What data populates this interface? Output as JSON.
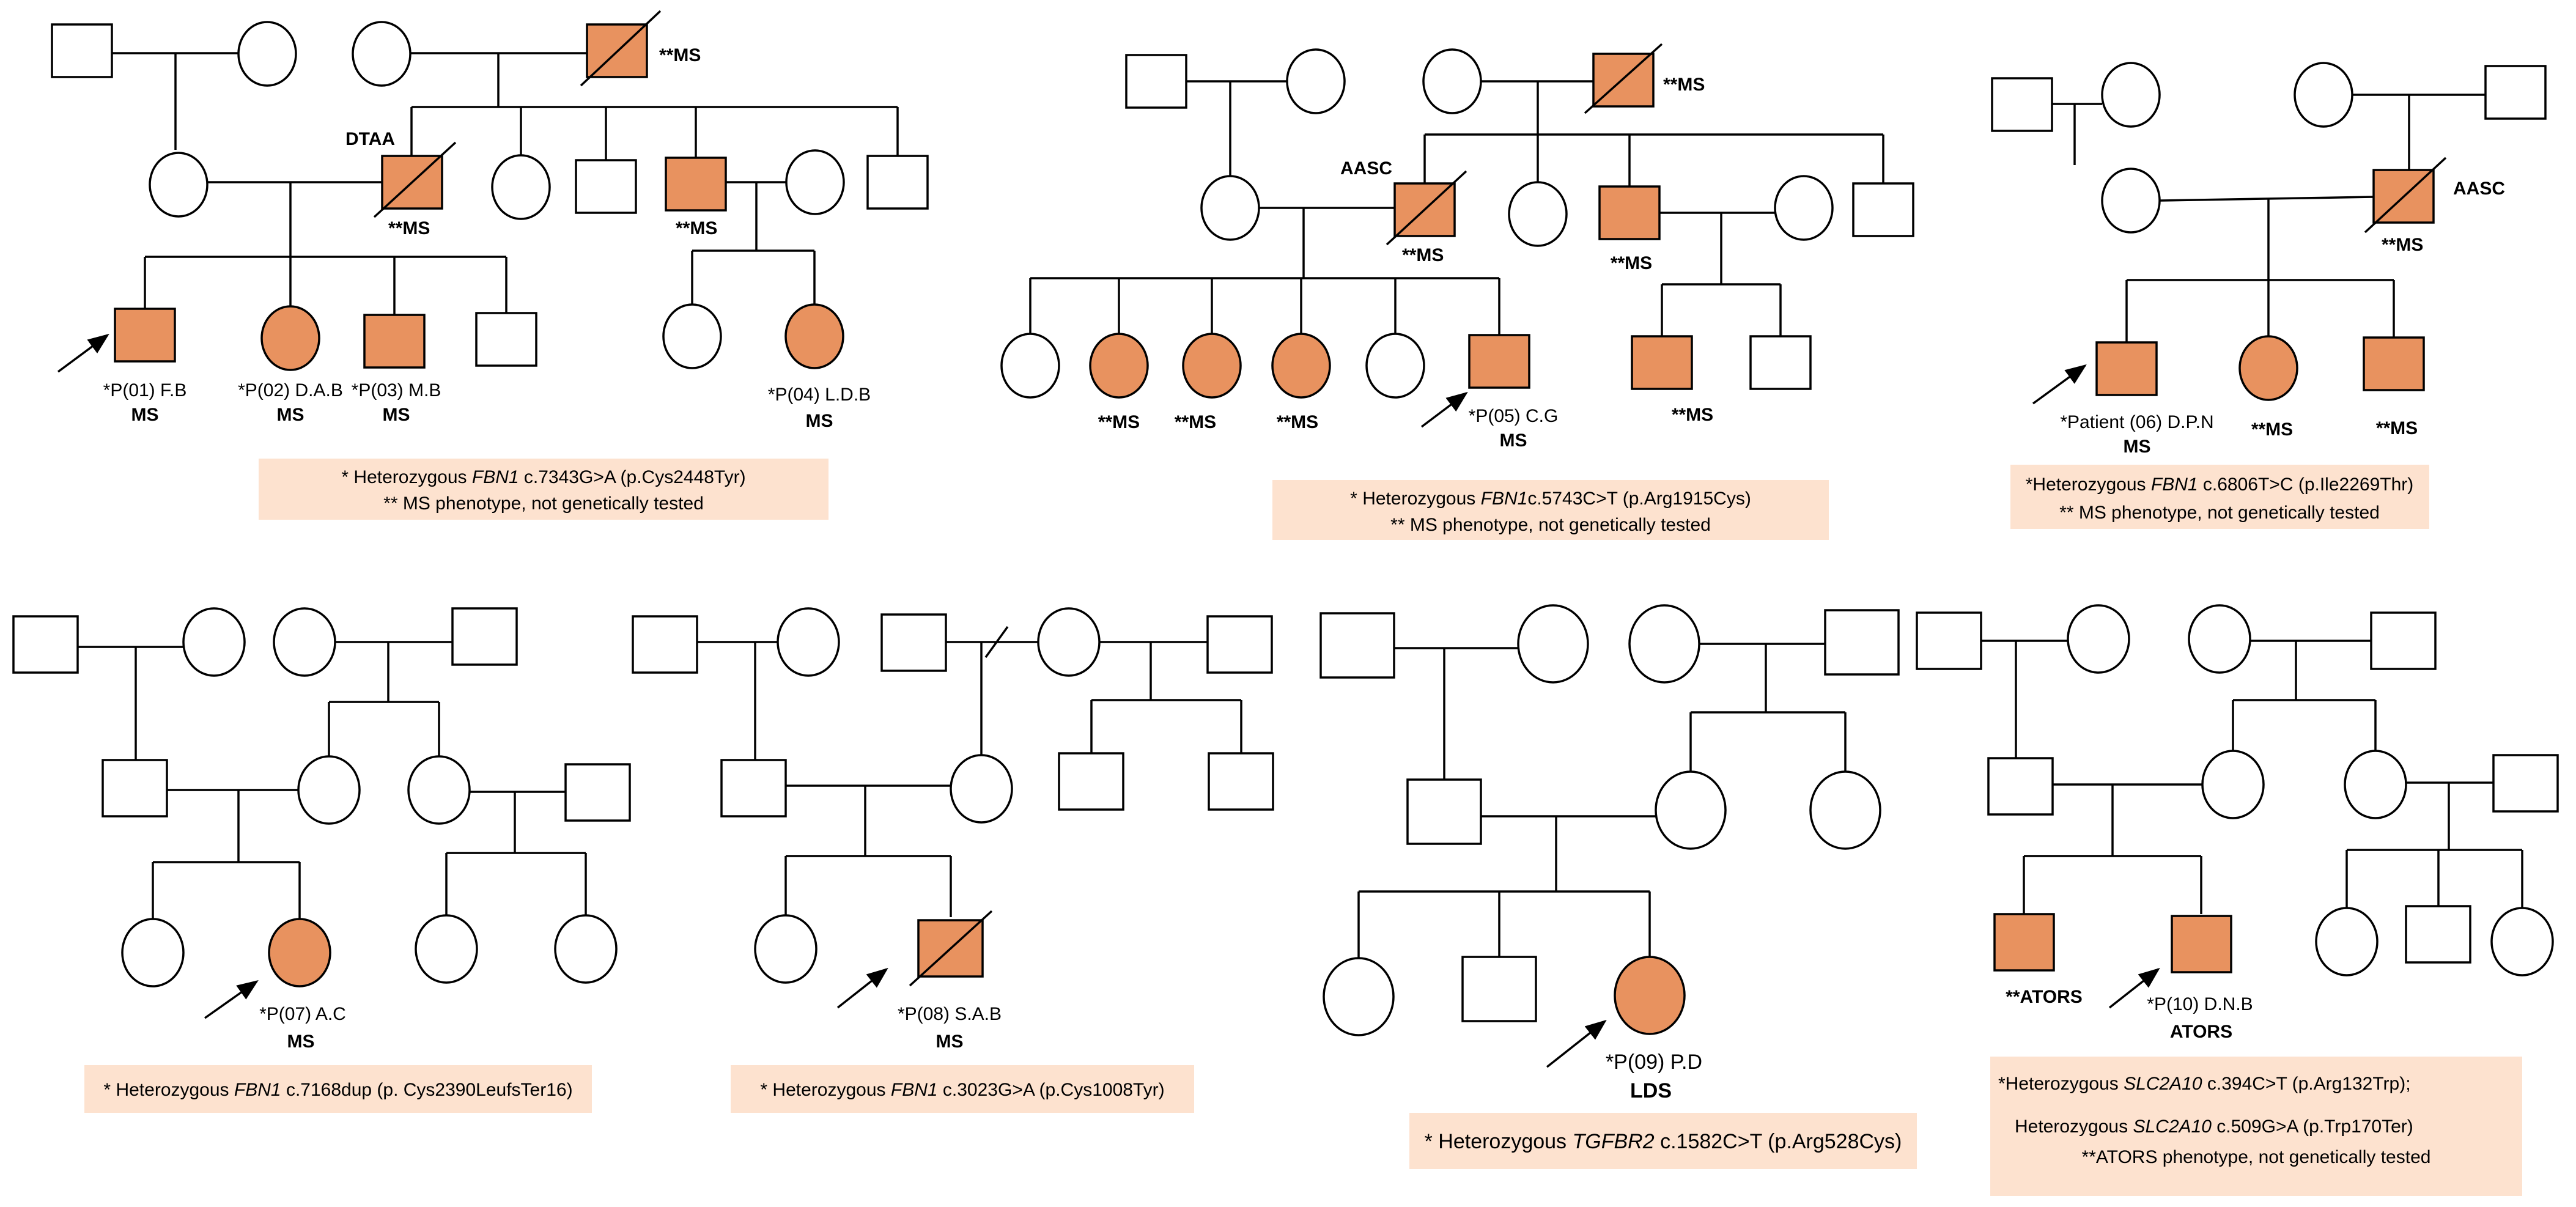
{
  "colors": {
    "affected": "#e8925f",
    "note_box": "#fde2cf"
  },
  "legend": {
    "symbols": [
      "square-male",
      "circle-female",
      "filled-affected",
      "slash-deceased",
      "arrow-proband"
    ]
  },
  "p1": {
    "labels": {
      "ms_grandfather": "**MS",
      "dtaa": "DTAA",
      "ms_father": "**MS",
      "ms_uncle": "**MS"
    },
    "probands": [
      {
        "id": "*P(01) F.B",
        "dx": "MS"
      },
      {
        "id": "*P(02) D.A.B",
        "dx": "MS"
      },
      {
        "id": "*P(03) M.B",
        "dx": "MS"
      },
      {
        "id": "*P(04) L.D.B",
        "dx": "MS"
      }
    ],
    "note": {
      "star": "*",
      "pre": "Heterozygous",
      "gene": "FBN1",
      "variant": "c.7343G>A  (p.Cys2448Tyr)",
      "line2": "** MS phenotype, not genetically tested"
    }
  },
  "p2": {
    "labels": {
      "ms_grandfather": "**MS",
      "aasc": "AASC",
      "ms_father": "**MS",
      "ms_uncle": "**MS",
      "ms_c2": "**MS",
      "ms_c3": "**MS",
      "ms_c4": "**MS",
      "ms_cousin": "**MS"
    },
    "proband": {
      "id": "*P(05) C.G",
      "dx": "MS"
    },
    "note": {
      "star": "*",
      "pre": "Heterozygous",
      "gene": "FBN1",
      "variant": "c.5743C>T  (p.Arg1915Cys)",
      "line2": "** MS phenotype, not genetically tested"
    }
  },
  "p3": {
    "labels": {
      "aasc": "AASC",
      "ms_father": "**MS",
      "ms_sister": "**MS",
      "ms_brother": "**MS"
    },
    "proband": {
      "id": "*Patient (06) D.P.N",
      "dx": "MS"
    },
    "note": {
      "star": "*",
      "pre": "Heterozygous",
      "gene": "FBN1",
      "variant": "c.6806T>C (p.Ile2269Thr)",
      "line2": "** MS phenotype,  not genetically tested"
    }
  },
  "p4": {
    "proband": {
      "id": "*P(07) A.C",
      "dx": "MS"
    },
    "note": {
      "star": "*",
      "pre": "Heterozygous",
      "gene": "FBN1",
      "variant": "c.7168dup (p. Cys2390LeufsTer16)"
    }
  },
  "p5": {
    "proband": {
      "id": "*P(08) S.A.B",
      "dx": "MS"
    },
    "note": {
      "star": "*",
      "pre": "Heterozygous",
      "gene": "FBN1",
      "variant": "c.3023G>A (p.Cys1008Tyr)"
    }
  },
  "p6": {
    "proband": {
      "id": "*P(09) P.D",
      "dx": "LDS"
    },
    "note": {
      "star": "*",
      "pre": "Heterozygous",
      "gene": "TGFBR2",
      "variant": "c.1582C>T (p.Arg528Cys)"
    }
  },
  "p7": {
    "labels": {
      "ators_sib": "**ATORS"
    },
    "proband": {
      "id": "*P(10) D.N.B",
      "dx": "ATORS"
    },
    "note": {
      "pre1": "*Heterozygous",
      "gene1": "SLC2A10",
      "variant1": "c.394C>T (p.Arg132Trp);",
      "pre2": "Heterozygous",
      "gene2": "SLC2A10",
      "variant2": "c.509G>A  (p.Trp170Ter)",
      "line3": "**ATORS phenotype, not genetically tested"
    }
  }
}
